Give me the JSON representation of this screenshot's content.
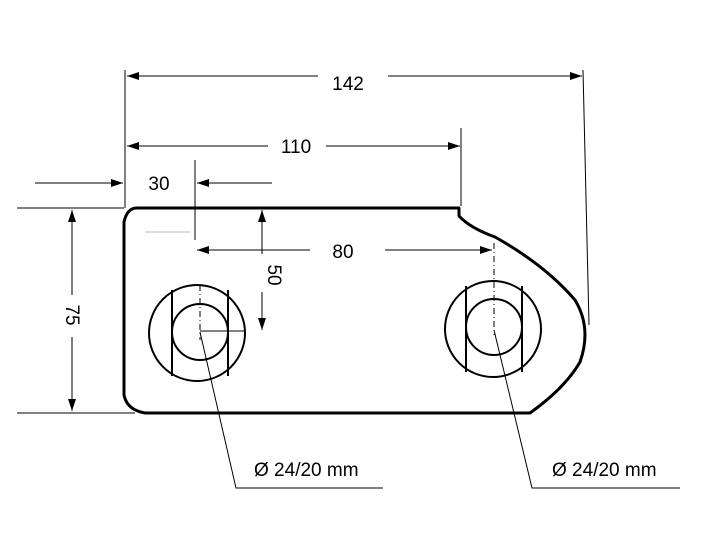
{
  "drawing": {
    "dimensions": {
      "overall_width": "142",
      "top_edge_length": "110",
      "hole_offset": "30",
      "hole_spacing": "80",
      "hole_height": "50",
      "overall_height": "75"
    },
    "hole_labels": {
      "left": "Ø 24/20 mm",
      "right": "Ø 24/20 mm"
    }
  }
}
